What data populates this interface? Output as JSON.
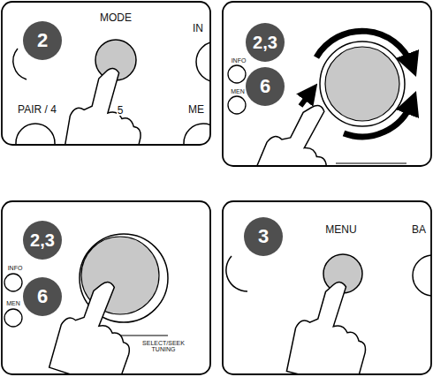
{
  "diagram": {
    "nodes": [
      {
        "text": [
          "2"
        ]
      },
      {
        "text": [
          "2,3"
        ]
      },
      {
        "text": [
          "6"
        ]
      },
      {
        "text": [
          "2,3"
        ]
      },
      {
        "text": [
          "6"
        ]
      },
      {
        "text": [
          "3"
        ]
      }
    ],
    "labels": [
      "MODE",
      "IN",
      "PAIR / 4",
      "5",
      "ME",
      "INFO",
      "MEN",
      "INFO",
      "MEN",
      "SELECT/SEEK TUNING",
      "MENU",
      "BA"
    ]
  }
}
